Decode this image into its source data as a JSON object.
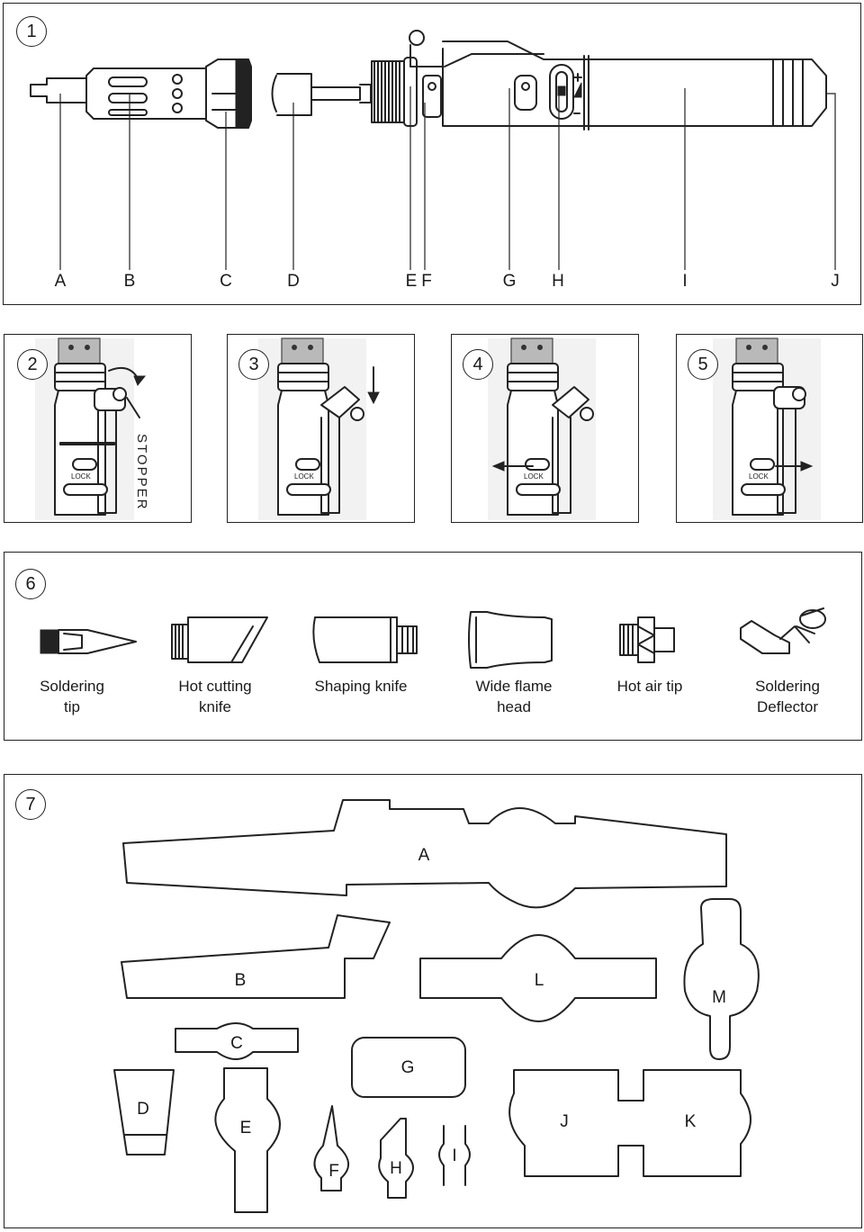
{
  "figure1": {
    "number": "1",
    "part_labels": [
      "A",
      "B",
      "C",
      "D",
      "E",
      "F",
      "G",
      "H",
      "I",
      "J"
    ]
  },
  "steps": [
    {
      "number": "2",
      "extra_label": "STOPPER"
    },
    {
      "number": "3"
    },
    {
      "number": "4"
    },
    {
      "number": "5"
    }
  ],
  "lock_text": "LOCK",
  "figure6": {
    "number": "6",
    "accessories": [
      {
        "line1": "Soldering",
        "line2": "tip"
      },
      {
        "line1": "Hot cutting",
        "line2": "knife"
      },
      {
        "line1": "Shaping knife",
        "line2": ""
      },
      {
        "line1": "Wide flame",
        "line2": "head"
      },
      {
        "line1": "Hot air tip",
        "line2": ""
      },
      {
        "line1": "Soldering",
        "line2": "Deflector"
      }
    ]
  },
  "figure7": {
    "number": "7",
    "shape_labels": [
      "A",
      "B",
      "C",
      "D",
      "E",
      "F",
      "G",
      "H",
      "I",
      "J",
      "K",
      "L",
      "M"
    ]
  },
  "colors": {
    "line": "#222222",
    "background": "#ffffff",
    "photo": "#f2f2f2"
  }
}
